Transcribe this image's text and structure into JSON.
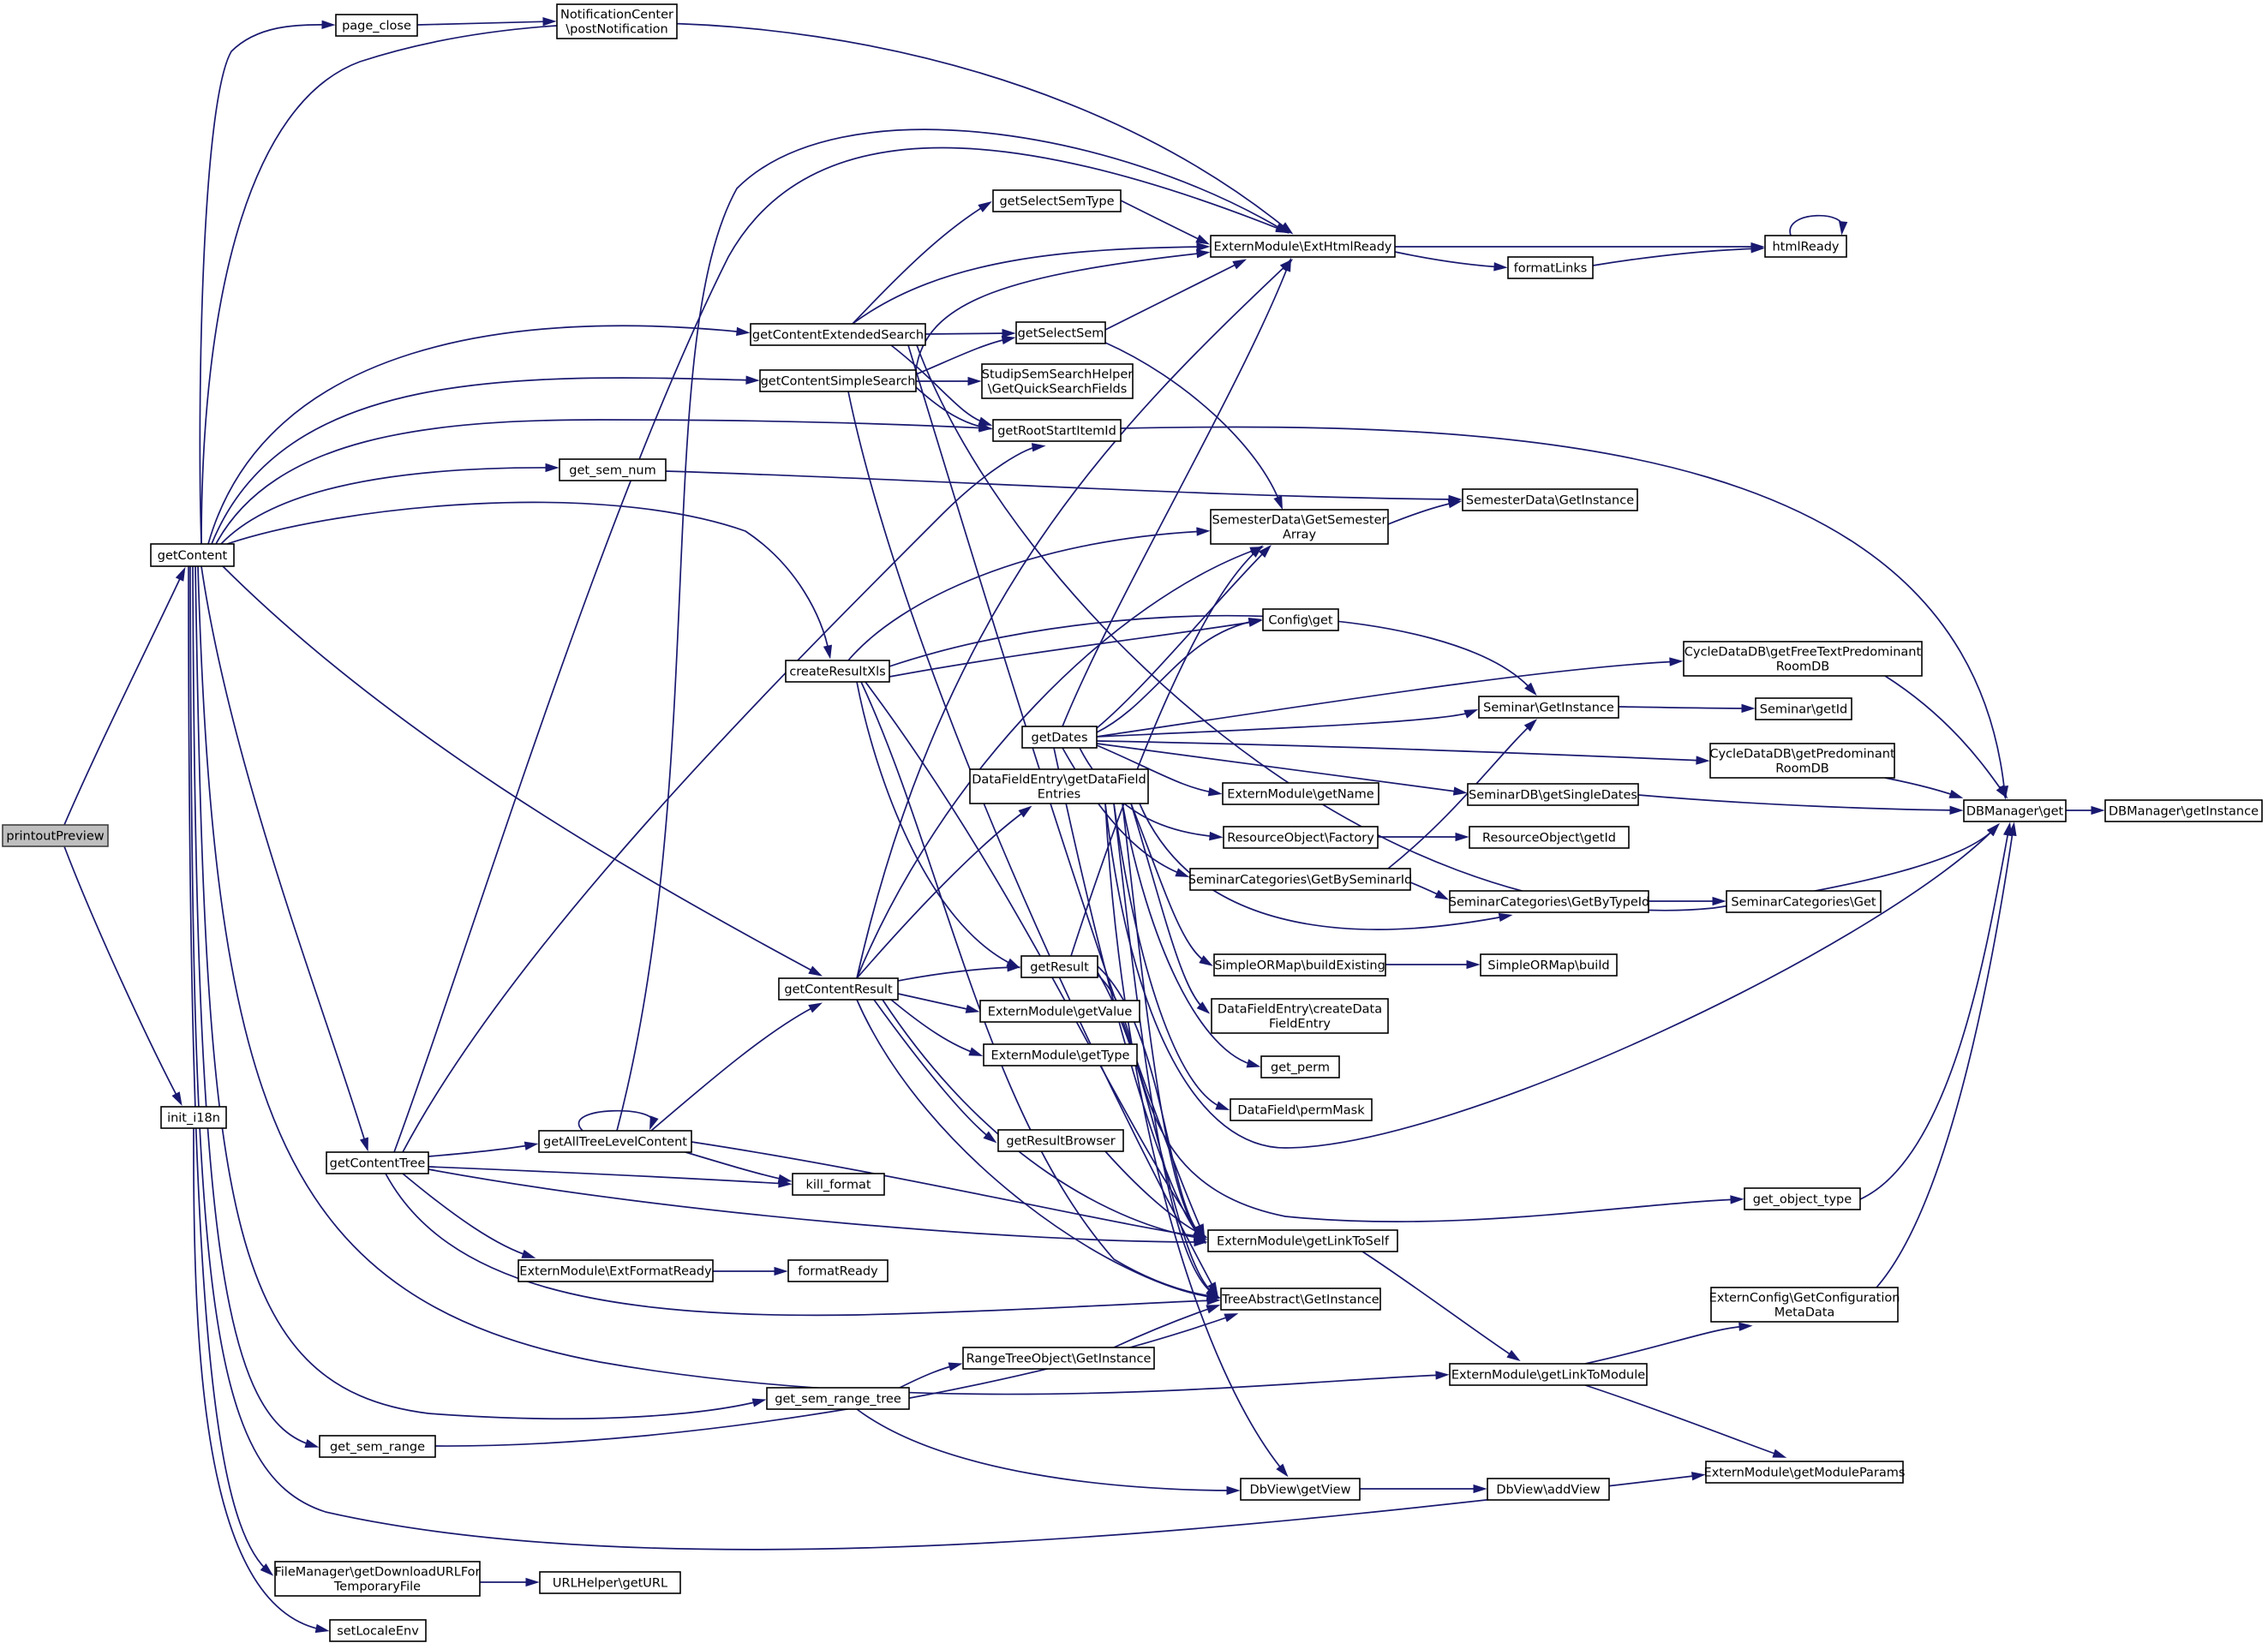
{
  "graph": {
    "direction": "left-to-right",
    "node_fill": "#ffffff",
    "root_fill": "#bfbfbf",
    "edge_color": "#191970",
    "nodes": [
      {
        "id": "printoutPreview",
        "lines": [
          "printoutPreview"
        ],
        "root": true
      },
      {
        "id": "getContent",
        "lines": [
          "getContent"
        ]
      },
      {
        "id": "init_i18n",
        "lines": [
          "init_i18n"
        ]
      },
      {
        "id": "page_close",
        "lines": [
          "page_close"
        ]
      },
      {
        "id": "postNotification",
        "lines": [
          "NotificationCenter",
          "\\postNotification"
        ]
      },
      {
        "id": "ExtHtmlReady",
        "lines": [
          "ExternModule\\ExtHtmlReady"
        ]
      },
      {
        "id": "getContentExtendedSearch",
        "lines": [
          "getContentExtendedSearch"
        ]
      },
      {
        "id": "getContentSimpleSearch",
        "lines": [
          "getContentSimpleSearch"
        ]
      },
      {
        "id": "getRootStartItemId",
        "lines": [
          "getRootStartItemId"
        ]
      },
      {
        "id": "get_sem_num",
        "lines": [
          "get_sem_num"
        ]
      },
      {
        "id": "createResultXls",
        "lines": [
          "createResultXls"
        ]
      },
      {
        "id": "getContentResult",
        "lines": [
          "getContentResult"
        ]
      },
      {
        "id": "getContentTree",
        "lines": [
          "getContentTree"
        ]
      },
      {
        "id": "get_sem_range_tree",
        "lines": [
          "get_sem_range_tree"
        ]
      },
      {
        "id": "get_sem_range",
        "lines": [
          "get_sem_range"
        ]
      },
      {
        "id": "getDownloadURL",
        "lines": [
          "FileManager\\getDownloadURLFor",
          "TemporaryFile"
        ]
      },
      {
        "id": "setLocaleEnv",
        "lines": [
          "setLocaleEnv"
        ]
      },
      {
        "id": "getSelectSemType",
        "lines": [
          "getSelectSemType"
        ]
      },
      {
        "id": "getSelectSem",
        "lines": [
          "getSelectSem"
        ]
      },
      {
        "id": "QuickSearchFields",
        "lines": [
          "StudipSemSearchHelper",
          "\\GetQuickSearchFields"
        ]
      },
      {
        "id": "formatLinks",
        "lines": [
          "formatLinks"
        ]
      },
      {
        "id": "htmlReady",
        "lines": [
          "htmlReady"
        ]
      },
      {
        "id": "GetSemesterArray",
        "lines": [
          "SemesterData\\GetSemester",
          "Array"
        ]
      },
      {
        "id": "SemesterGetInstance",
        "lines": [
          "SemesterData\\GetInstance"
        ]
      },
      {
        "id": "ConfigGet",
        "lines": [
          "Config\\get"
        ]
      },
      {
        "id": "getDates",
        "lines": [
          "getDates"
        ]
      },
      {
        "id": "getDataFieldEntries",
        "lines": [
          "DataFieldEntry\\getDataField",
          "Entries"
        ]
      },
      {
        "id": "getName",
        "lines": [
          "ExternModule\\getName"
        ]
      },
      {
        "id": "ResourceFactory",
        "lines": [
          "ResourceObject\\Factory"
        ]
      },
      {
        "id": "ResourceGetId",
        "lines": [
          "ResourceObject\\getId"
        ]
      },
      {
        "id": "GetBySeminarId",
        "lines": [
          "SeminarCategories\\GetBySeminarId"
        ]
      },
      {
        "id": "GetByTypeId",
        "lines": [
          "SeminarCategories\\GetByTypeId"
        ]
      },
      {
        "id": "SeminarCategoriesGet",
        "lines": [
          "SeminarCategories\\Get"
        ]
      },
      {
        "id": "SeminarGetInstance",
        "lines": [
          "Seminar\\GetInstance"
        ]
      },
      {
        "id": "SeminarGetId",
        "lines": [
          "Seminar\\getId"
        ]
      },
      {
        "id": "FreeText",
        "lines": [
          "CycleDataDB\\getFreeTextPredominant",
          "RoomDB"
        ]
      },
      {
        "id": "Predominant",
        "lines": [
          "CycleDataDB\\getPredominant",
          "RoomDB"
        ]
      },
      {
        "id": "SingleDates",
        "lines": [
          "SeminarDB\\getSingleDates"
        ]
      },
      {
        "id": "DBManagerGet",
        "lines": [
          "DBManager\\get"
        ]
      },
      {
        "id": "DBManagerGetInstance",
        "lines": [
          "DBManager\\getInstance"
        ]
      },
      {
        "id": "buildExisting",
        "lines": [
          "SimpleORMap\\buildExisting"
        ]
      },
      {
        "id": "build",
        "lines": [
          "SimpleORMap\\build"
        ]
      },
      {
        "id": "createDataFieldEntry",
        "lines": [
          "DataFieldEntry\\createData",
          "FieldEntry"
        ]
      },
      {
        "id": "get_perm",
        "lines": [
          "get_perm"
        ]
      },
      {
        "id": "permMask",
        "lines": [
          "DataField\\permMask"
        ]
      },
      {
        "id": "getResult",
        "lines": [
          "getResult"
        ]
      },
      {
        "id": "getValue",
        "lines": [
          "ExternModule\\getValue"
        ]
      },
      {
        "id": "getType",
        "lines": [
          "ExternModule\\getType"
        ]
      },
      {
        "id": "getResultBrowser",
        "lines": [
          "getResultBrowser"
        ]
      },
      {
        "id": "getAllTreeLevelContent",
        "lines": [
          "getAllTreeLevelContent"
        ]
      },
      {
        "id": "kill_format",
        "lines": [
          "kill_format"
        ]
      },
      {
        "id": "getLinkToSelf",
        "lines": [
          "ExternModule\\getLinkToSelf"
        ]
      },
      {
        "id": "ExtFormatReady",
        "lines": [
          "ExternModule\\ExtFormatReady"
        ]
      },
      {
        "id": "formatReady",
        "lines": [
          "formatReady"
        ]
      },
      {
        "id": "TreeGetInstance",
        "lines": [
          "TreeAbstract\\GetInstance"
        ]
      },
      {
        "id": "RangeTreeGetInstance",
        "lines": [
          "RangeTreeObject\\GetInstance"
        ]
      },
      {
        "id": "get_object_type",
        "lines": [
          "get_object_type"
        ]
      },
      {
        "id": "GetConfigMetaData",
        "lines": [
          "ExternConfig\\GetConfiguration",
          "MetaData"
        ]
      },
      {
        "id": "getLinkToModule",
        "lines": [
          "ExternModule\\getLinkToModule"
        ]
      },
      {
        "id": "getModuleParams",
        "lines": [
          "ExternModule\\getModuleParams"
        ]
      },
      {
        "id": "getView",
        "lines": [
          "DbView\\getView"
        ]
      },
      {
        "id": "addView",
        "lines": [
          "DbView\\addView"
        ]
      },
      {
        "id": "getURL",
        "lines": [
          "URLHelper\\getURL"
        ]
      }
    ]
  }
}
